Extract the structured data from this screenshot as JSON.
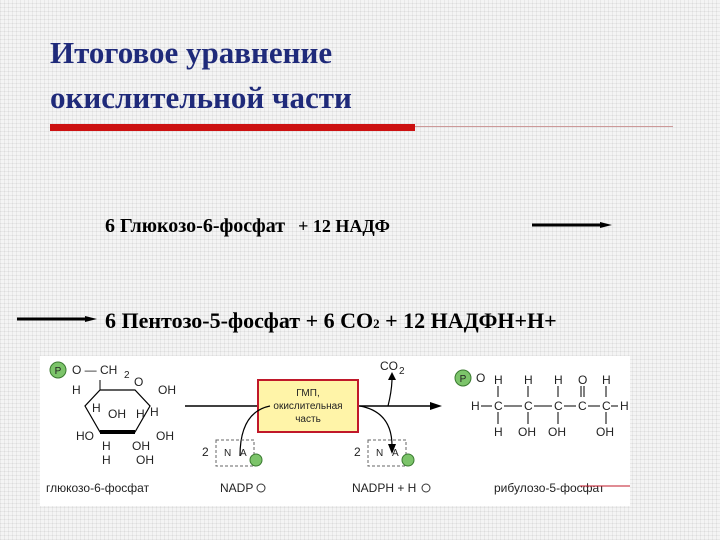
{
  "slide": {
    "title_line1": "Итоговое уравнение",
    "title_line2": "окислительной части"
  },
  "equation": {
    "line1_reactant": "6 Глюкозо-6-фосфат",
    "line1_plus_nadp": "+  12 НАДФ",
    "line2_prefix": "6 Пентозо-5-фосфат + 6 CO",
    "line2_subscript": "2",
    "line2_suffix": " + 12 НАДФН+Н+"
  },
  "diagram": {
    "phosphate_symbol": "P",
    "ch2_label": "O — CH",
    "ch2_sub": "2",
    "glucose_atoms": {
      "h1": "H",
      "o_ring": "O",
      "oh_right": "OH",
      "h2": "H",
      "h3": "H",
      "oh_mid": "OH",
      "ho_left": "HO",
      "h4": "H",
      "oh_bottom": "OH",
      "h5": "H",
      "oh5": "OH",
      "h6": "H",
      "oh6": "OH"
    },
    "enzyme_box": [
      "ГМП,",
      "окислительная",
      "часть"
    ],
    "co2": "CO",
    "co2_sub": "2",
    "nadp_count_left": "2",
    "nadp_count_right": "2",
    "cofactor_n": "N",
    "cofactor_a": "A",
    "glucose_label": "глюкозо-6-фосфат",
    "nadp_label": "NADP",
    "nadph_label": "NADPH + H",
    "ribulose_label": "рибулозо-5-фосфат",
    "ribulose_atoms": {
      "o_top": "O",
      "chain": [
        "H",
        "C",
        "C",
        "C",
        "C",
        "C",
        "H"
      ],
      "top_h": [
        "H",
        "H",
        "H",
        "O",
        "H"
      ],
      "bottom": [
        "H",
        "OH",
        "OH",
        "OH"
      ]
    }
  }
}
